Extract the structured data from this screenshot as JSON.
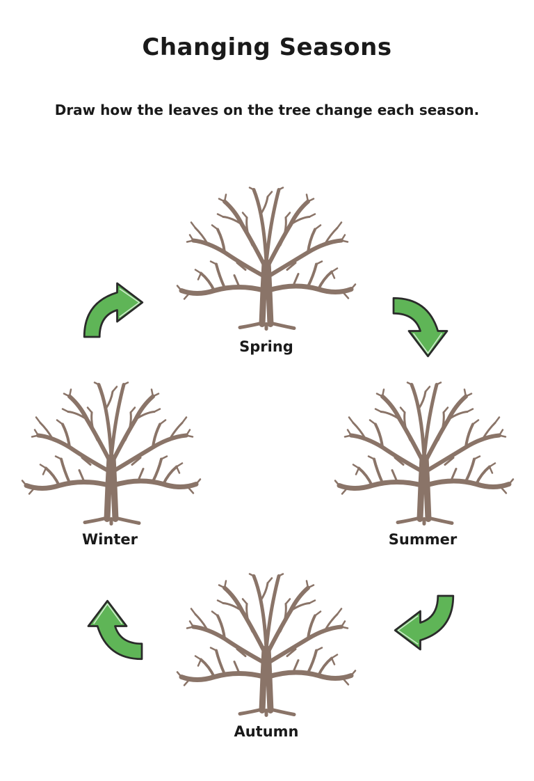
{
  "title": "Changing Seasons",
  "instructions": "Draw how the leaves on the tree change each season.",
  "seasons": {
    "spring": "Spring",
    "summer": "Summer",
    "autumn": "Autumn",
    "winter": "Winter"
  },
  "colors": {
    "branch": "#8a7468",
    "arrow_fill": "#5fb557",
    "arrow_stroke": "#2a2a2a",
    "text": "#1a1a1a"
  },
  "icons": {
    "tree": "bare-tree-icon",
    "arrow": "curved-arrow-icon"
  }
}
